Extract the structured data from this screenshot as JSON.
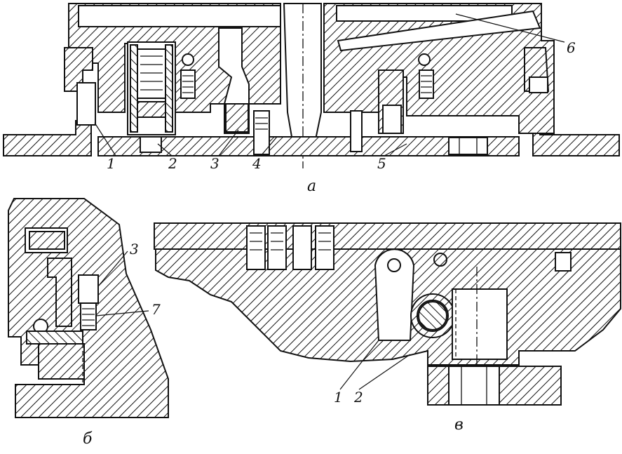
{
  "views": {
    "a": {
      "caption": "а",
      "leaders": [
        "1",
        "2",
        "3",
        "4",
        "5",
        "6"
      ]
    },
    "b": {
      "caption": "б",
      "leaders": [
        "3",
        "7"
      ]
    },
    "v": {
      "caption": "в",
      "leaders": [
        "1",
        "2"
      ]
    }
  },
  "colors": {
    "ink": "#111111",
    "paper": "#ffffff"
  }
}
